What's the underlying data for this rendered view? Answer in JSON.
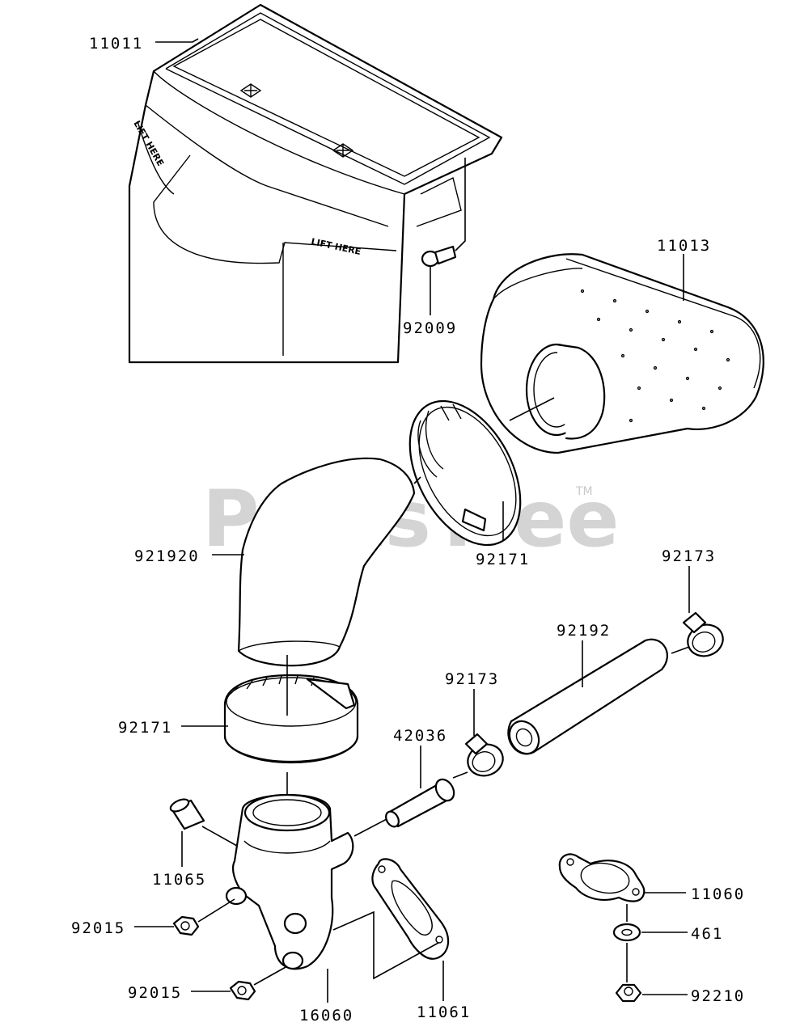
{
  "watermark": {
    "text": "PartsTree",
    "tm": "TM"
  },
  "parts": {
    "air_cleaner_cover": {
      "number": "11011",
      "embossed_left": "LIFT HERE",
      "embossed_front": "LIFT HERE"
    },
    "screw": {
      "number": "92009"
    },
    "element": {
      "number": "11013"
    },
    "clamp_upper": {
      "number": "92171"
    },
    "elbow_hose": {
      "number": "921920"
    },
    "hose_clip_right": {
      "number": "92173"
    },
    "breather_hose": {
      "number": "92192"
    },
    "hose_clip_left": {
      "number": "92173"
    },
    "clamp_lower": {
      "number": "92171"
    },
    "fitting": {
      "number": "42036"
    },
    "collar": {
      "number": "11065"
    },
    "gasket_right": {
      "number": "11060"
    },
    "washer": {
      "number": "461"
    },
    "nut_right": {
      "number": "92210"
    },
    "nut_upper": {
      "number": "92015"
    },
    "nut_lower": {
      "number": "92015"
    },
    "intake_body": {
      "number": "16060"
    },
    "gasket_center": {
      "number": "11061"
    }
  }
}
